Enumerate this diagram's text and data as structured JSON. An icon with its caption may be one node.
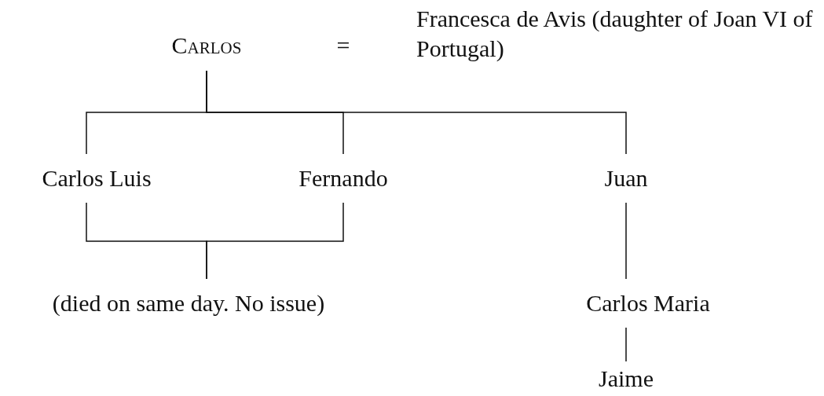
{
  "diagram": {
    "nodes": [
      {
        "text": [
          "Carlos"
        ]
      },
      {
        "text": [
          "Carlos Luis"
        ]
      },
      {
        "text": [
          "Fernando"
        ]
      },
      {
        "text": [
          "Juan"
        ]
      },
      {
        "text": [
          "(died on same day. No issue)"
        ]
      },
      {
        "text": [
          "Carlos Maria"
        ]
      },
      {
        "text": [
          "Jaime"
        ]
      }
    ],
    "edges": [
      {
        "from": 0,
        "to": 1,
        "arrow": "none"
      },
      {
        "from": 0,
        "to": 2,
        "arrow": "none"
      },
      {
        "from": 0,
        "to": 3,
        "arrow": "none"
      },
      {
        "from": 1,
        "to": 4,
        "arrow": "none"
      },
      {
        "from": 2,
        "to": 4,
        "arrow": "none"
      },
      {
        "from": 3,
        "to": 5,
        "arrow": "none"
      },
      {
        "from": 5,
        "to": 6,
        "arrow": "none"
      }
    ],
    "labels": [
      "=",
      "Francesca de Avis (daughter of Joan VI of Portugal)"
    ]
  }
}
